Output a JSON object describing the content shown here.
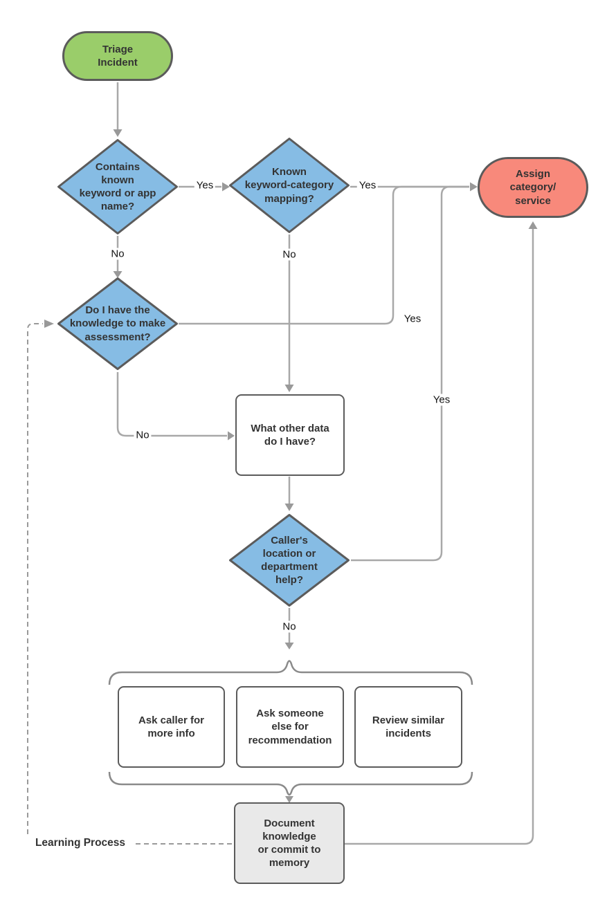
{
  "page": {
    "type": "incident-triage-flowchart",
    "background": "#FFFFFF"
  },
  "colors": {
    "start_fill": "#9ACD6A",
    "decision_fill": "#86BCE4",
    "end_fill": "#F8897B",
    "document_fill": "#E9E9E9",
    "shape_border": "#5B5B5B",
    "connector": "#A8A8A8",
    "dashed_connector": "#999999",
    "text": "#333333"
  },
  "nodes": {
    "triage_incident": {
      "label": "Triage\nIncident",
      "shape": "terminator",
      "fill": "#9ACD6A"
    },
    "contains_keyword": {
      "label": "Contains\nknown\nkeyword or app\nname?",
      "shape": "decision",
      "fill": "#86BCE4"
    },
    "known_mapping": {
      "label": "Known\nkeyword-category\nmapping?",
      "shape": "decision",
      "fill": "#86BCE4"
    },
    "assign_category": {
      "label": "Assign\ncategory/\nservice",
      "shape": "terminator",
      "fill": "#F8897B"
    },
    "knowledge_assessment": {
      "label": "Do I have the\nknowledge to make\nassessment?",
      "shape": "decision",
      "fill": "#86BCE4"
    },
    "what_other_data": {
      "label": "What other data\ndo I have?",
      "shape": "process",
      "fill": "#FFFFFF"
    },
    "caller_location": {
      "label": "Caller's\nlocation or\ndepartment\nhelp?",
      "shape": "decision",
      "fill": "#86BCE4"
    },
    "ask_caller": {
      "label": "Ask caller for\nmore info",
      "shape": "process",
      "fill": "#FFFFFF"
    },
    "ask_someone": {
      "label": "Ask someone\nelse for\nrecommendation",
      "shape": "process",
      "fill": "#FFFFFF"
    },
    "review_similar": {
      "label": "Review similar\nincidents",
      "shape": "process",
      "fill": "#FFFFFF"
    },
    "document_knowledge": {
      "label": "Document\nknowledge\nor commit to\nmemory",
      "shape": "process",
      "fill": "#E9E9E9"
    }
  },
  "edge_labels": {
    "contains_yes": "Yes",
    "contains_no": "No",
    "mapping_yes": "Yes",
    "mapping_no": "No",
    "knowledge_yes": "Yes",
    "knowledge_no": "No",
    "caller_yes": "Yes",
    "caller_no": "No",
    "learning_process": "Learning Process"
  }
}
